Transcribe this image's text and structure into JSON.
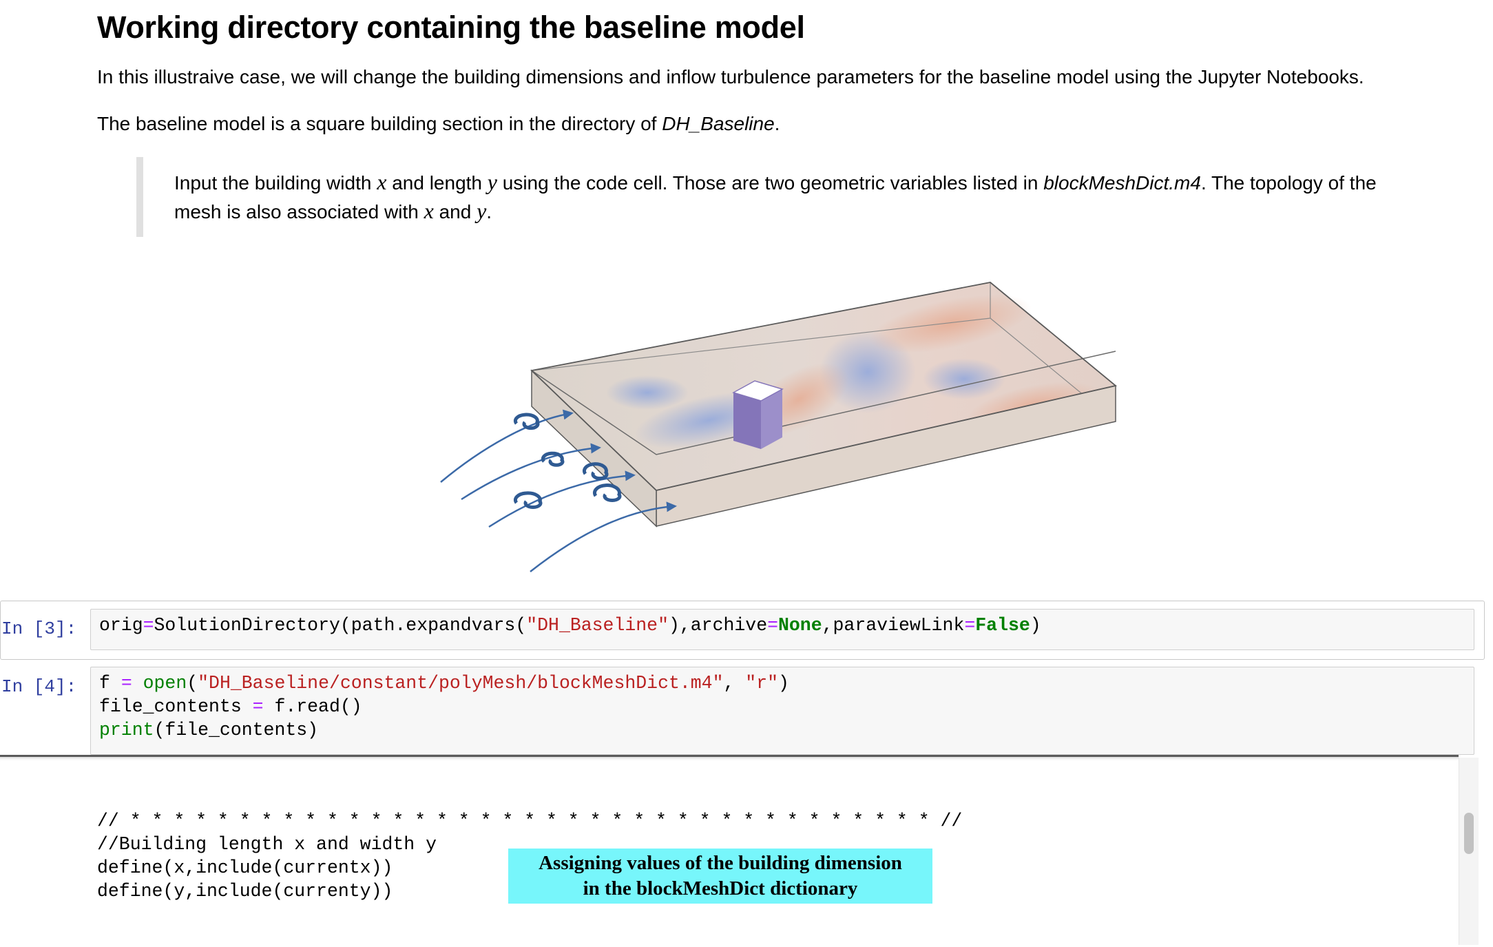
{
  "markdown": {
    "heading": "Working directory containing the baseline model",
    "para1": "In this illustraive case, we will change the building dimensions and inflow turbulence parameters for the baseline model using the Jupyter Notebooks.",
    "para2_prefix": "The baseline model is a square building section in the directory of ",
    "para2_em": "DH_Baseline",
    "para2_suffix": ".",
    "quote": {
      "t1": "Input the building width ",
      "var_x": "x",
      "t2": " and length ",
      "var_y": "y",
      "t3": " using the code cell. Those are two geometric variables listed in ",
      "em_file": "blockMeshDict.m4",
      "t4": ". The topology of the mesh is also associated with ",
      "var_x2": "x",
      "t5": " and ",
      "var_y2": "y",
      "t6": "."
    }
  },
  "cells": [
    {
      "prompt": "In [3]:",
      "code": {
        "a": "orig",
        "op1": "=",
        "b": "SolutionDirectory(path.expandvars(",
        "s1": "\"DH_Baseline\"",
        "c": "),archive",
        "op2": "=",
        "kw1": "None",
        "d": ",paraviewLink",
        "op3": "=",
        "kw2": "False",
        "e": ")"
      }
    },
    {
      "prompt": "In [4]:",
      "code": {
        "l1a": "f ",
        "l1op": "=",
        "l1sp": " ",
        "l1bi": "open",
        "l1b": "(",
        "l1s1": "\"DH_Baseline/constant/polyMesh/blockMeshDict.m4\"",
        "l1c": ", ",
        "l1s2": "\"r\"",
        "l1d": ")",
        "l2a": "file_contents ",
        "l2op": "=",
        "l2b": " f.read()",
        "l3bi": "print",
        "l3b": "(file_contents)"
      }
    }
  ],
  "output": {
    "line1": "// * * * * * * * * * * * * * * * * * * * * * * * * * * * * * * * * * * * * * //",
    "line2": "//Building length x and width y",
    "line3": "define(x,include(currentx))",
    "line4": "define(y,include(currenty))"
  },
  "annotation": {
    "line1": "Assigning values of the building dimension",
    "line2": "in the blockMeshDict dictionary"
  },
  "colors": {
    "prompt": "#303f9f",
    "keyword": "#008000",
    "string": "#ba2121",
    "operator": "#aa22ff",
    "annotation_bg": "#77f6fb"
  }
}
